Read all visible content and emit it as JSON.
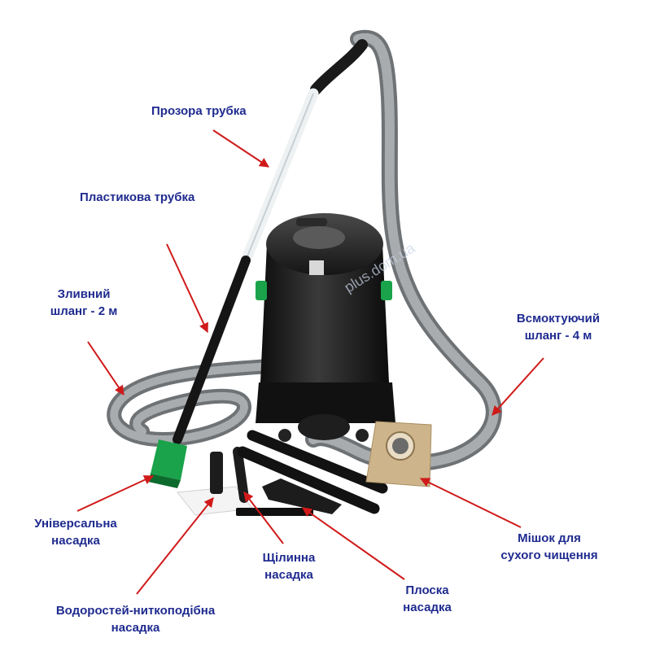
{
  "labels": {
    "transparent_tube": "Прозора трубка",
    "plastic_tube": "Пластикова трубка",
    "drain_hose": [
      "Зливний",
      "шланг - 2 м"
    ],
    "suction_hose": [
      "Всмоктуючий",
      "шланг - 4 м"
    ],
    "universal_nozzle": [
      "Універсальна",
      "насадка"
    ],
    "crevice_nozzle": [
      "Щілинна",
      "насадка"
    ],
    "flat_nozzle": [
      "Плоска",
      "насадка"
    ],
    "dry_bag": [
      "Мішок для",
      "сухого чищення"
    ],
    "algae_nozzle": [
      "Водоростей-ниткоподібна",
      "насадка"
    ]
  },
  "watermark": "plus.dom.ua",
  "colors": {
    "label_text": "#1f2b8f",
    "arrow": "#d01a1a",
    "body": "#1c1c1c",
    "hose": "#8c8f92",
    "accent_green": "#1aa34a",
    "bag": "#cdb48a"
  }
}
